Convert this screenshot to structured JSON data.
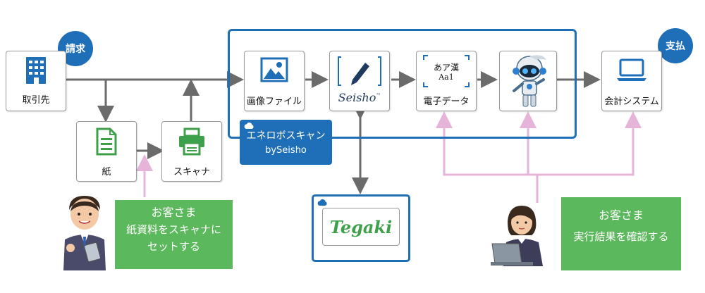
{
  "nodes": {
    "client": "取引先",
    "image_file": "画像ファイル",
    "seisho_logo": "Seisho",
    "seisho_tm": "™",
    "ocr_sample_1": "あア漢",
    "ocr_sample_2": "Aa1",
    "e_data": "電子データ",
    "accounting": "会計システム",
    "paper": "紙",
    "scanner": "スキャナ"
  },
  "bubbles": {
    "invoice": "請求",
    "payment": "支払"
  },
  "service": {
    "line1": "エネロボスキャン",
    "line2": "bySeisho"
  },
  "tegaki": {
    "logo": "Tegaki"
  },
  "notes": {
    "customer_scan": {
      "title": "お客さま",
      "line1": "紙資料をスキャナに",
      "line2": "セットする"
    },
    "customer_check": {
      "title": "お客さま",
      "line1": "実行結果を確認する"
    }
  },
  "colors": {
    "brand_blue": "#1f6fb8",
    "green": "#5cb85c",
    "pink": "#e6b3d9",
    "arrow_gray": "#6b6b6b"
  }
}
